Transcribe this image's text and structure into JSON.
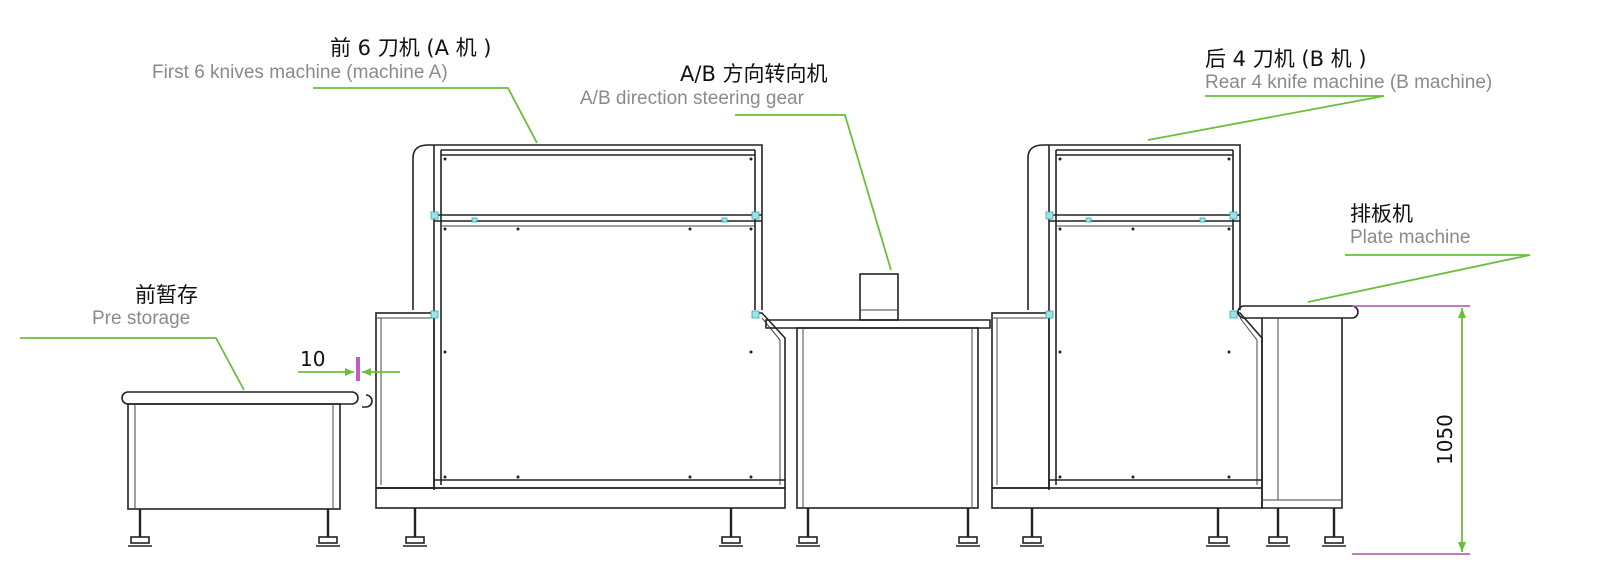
{
  "labels": {
    "front_machine_cn": "前 6 刀机 (A 机 )",
    "front_machine_en": "First 6 knives machine (machine A)",
    "steering_cn": "A/B 方向转向机",
    "steering_en": "A/B direction steering gear",
    "rear_machine_cn": "后 4 刀机 (B 机 )",
    "rear_machine_en": "Rear 4 knife machine (B machine)",
    "plate_cn": "排板机",
    "plate_en": "Plate machine",
    "pre_cn": "前暂存",
    "pre_en": "Pre storage"
  },
  "dimensions": {
    "gap": "10",
    "height": "1050"
  },
  "colors": {
    "leader": "#6abf3a",
    "extension": "#b34bb3",
    "line": "#222222",
    "label_en": "#8a8a8a"
  }
}
